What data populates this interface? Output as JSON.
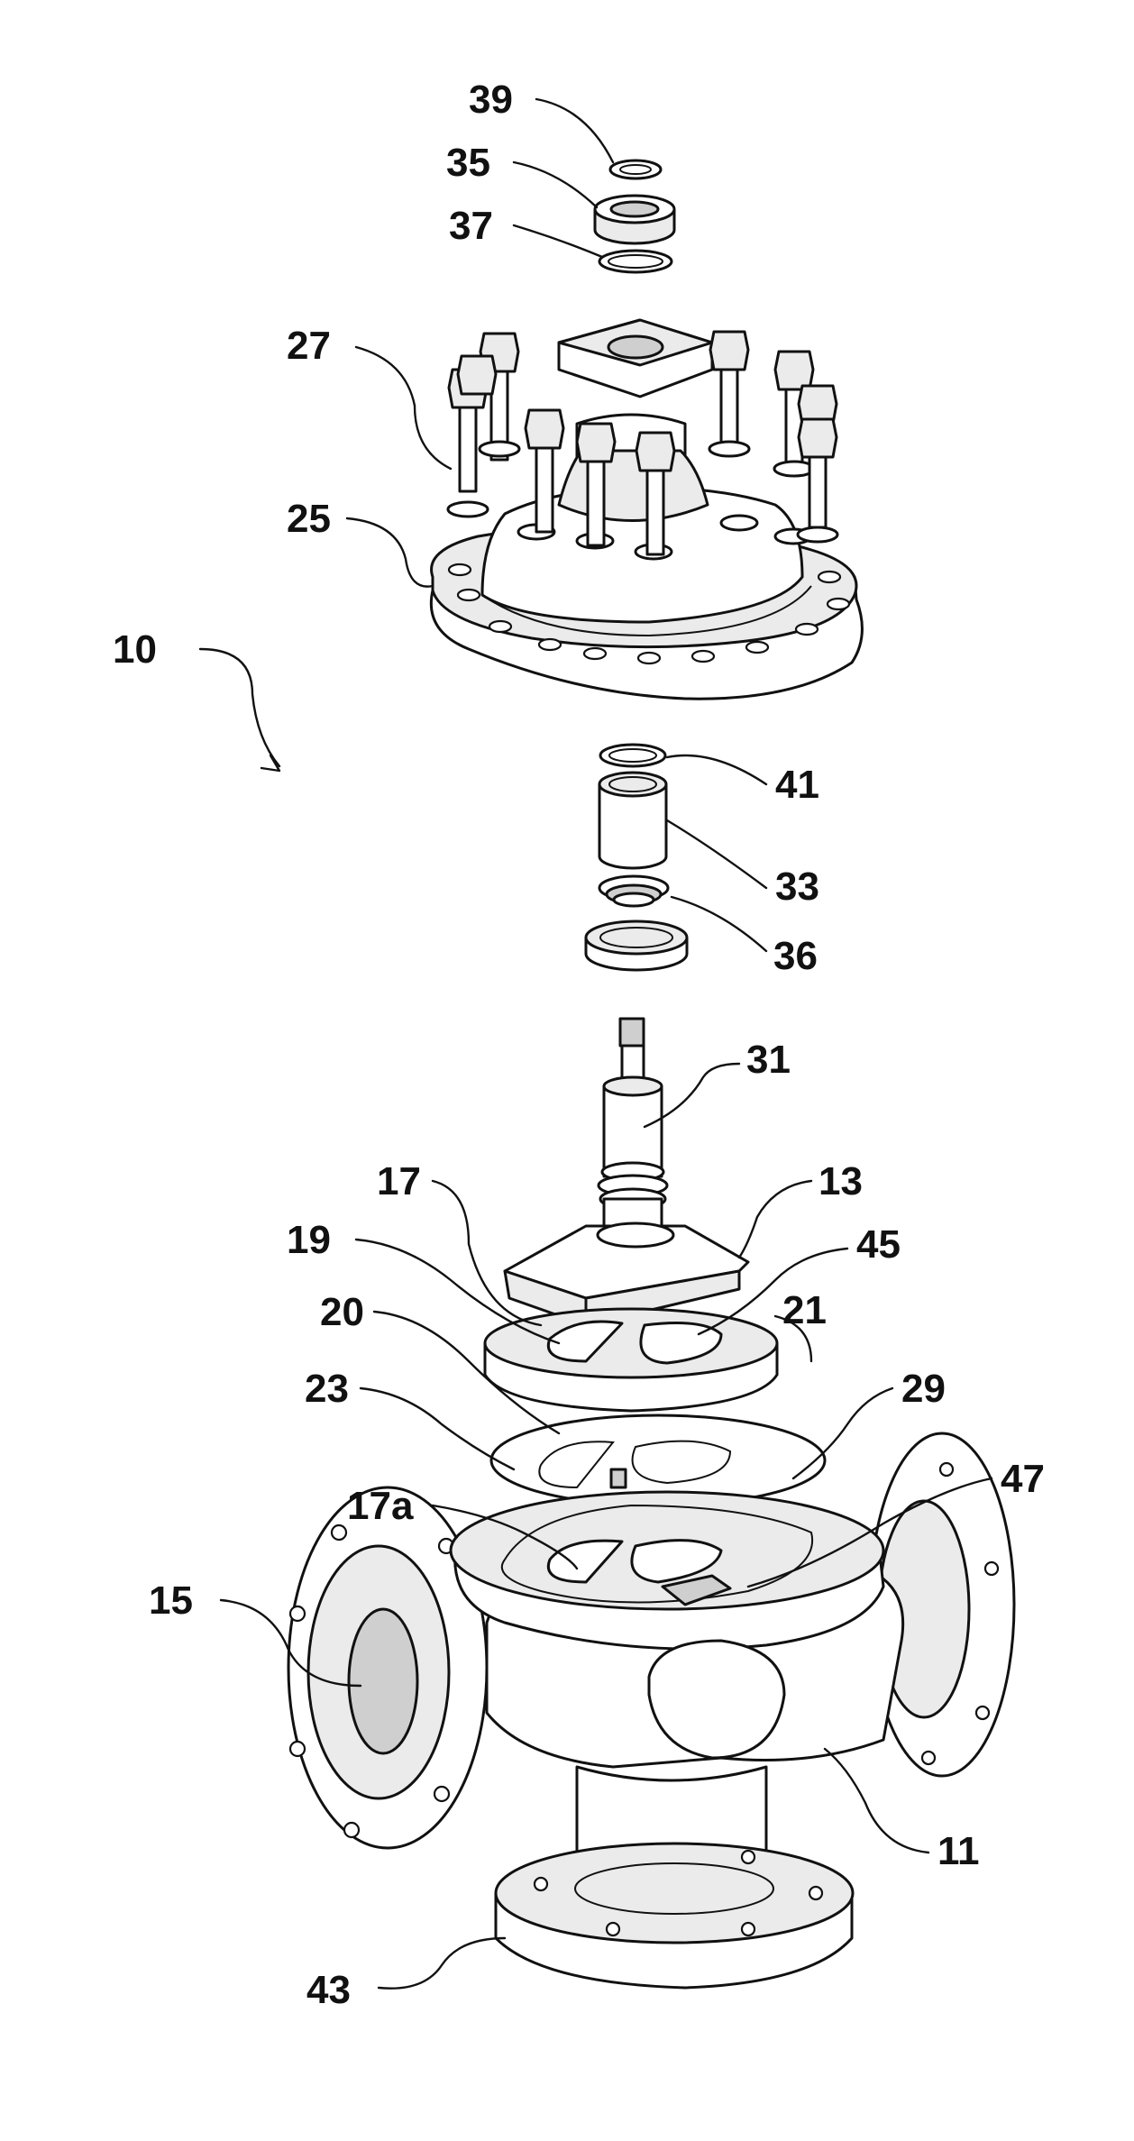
{
  "labels": {
    "l39": "39",
    "l35": "35",
    "l37": "37",
    "l27": "27",
    "l25": "25",
    "l10": "10",
    "l41": "41",
    "l33": "33",
    "l36": "36",
    "l31": "31",
    "l17": "17",
    "l13": "13",
    "l19": "19",
    "l45": "45",
    "l20": "20",
    "l21": "21",
    "l23": "23",
    "l29": "29",
    "l17a": "17a",
    "l47": "47",
    "l15": "15",
    "l11": "11",
    "l43": "43"
  },
  "colors": {
    "line": "#111111",
    "fill_light": "#ebebeb",
    "fill_dark": "#cfcfcf",
    "background": "#ffffff"
  }
}
